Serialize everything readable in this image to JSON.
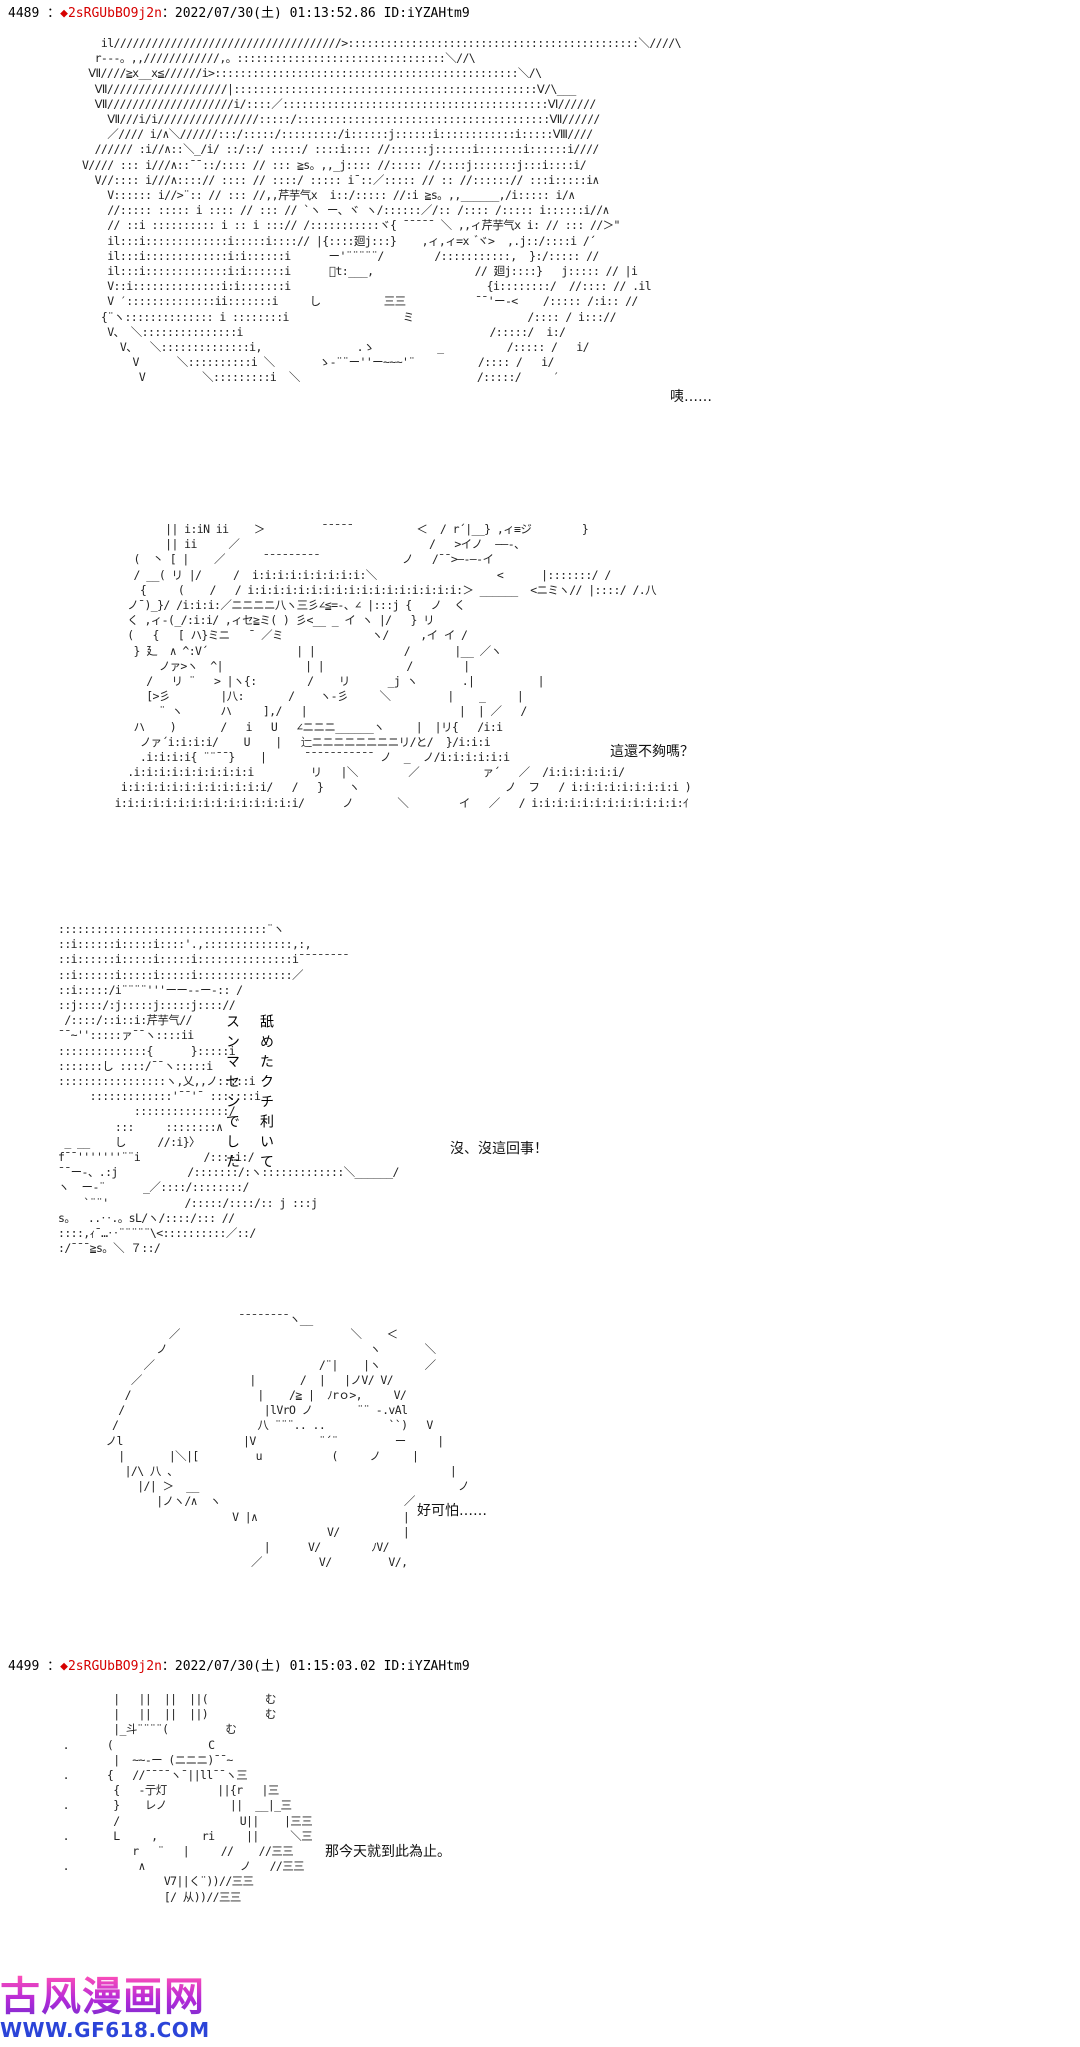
{
  "posts": [
    {
      "number": "4489",
      "separator": "：",
      "trip_mark": "◆",
      "trip": "2sRGUbBO9j2n",
      "timestamp": "：2022/07/30(土) 01:13:52.86",
      "id": "ID:iYZAHtm9"
    },
    {
      "number": "4499",
      "separator": "：",
      "trip_mark": "◆",
      "trip": "2sRGUbBO9j2n",
      "timestamp": "：2022/07/30(土) 01:15:03.02",
      "id": "ID:iYZAHtm9"
    }
  ],
  "dialogs": [
    "咦……",
    "這還不夠嗎？",
    "沒、沒這回事！",
    "好可怕……",
    "那今天就到此為止。"
  ],
  "aa_inline_text": {
    "panel1_mark_left": "芹芋气",
    "panel1_mark_right": "芹芋气",
    "panel1_eye_left": "廻",
    "panel1_eye_right": "廻",
    "panel3_mark": "芹芋气",
    "panel3_vertical_col1": "スンマセンでした",
    "panel3_vertical_col2": "舐めたクチ利いて",
    "panel5_sound_1": "む",
    "panel5_sound_2": "む",
    "panel5_sound_3": "む",
    "panel5_lamp": "灯"
  },
  "watermark": {
    "logo": "古风漫画网",
    "url": "WWW.GF618.COM"
  }
}
